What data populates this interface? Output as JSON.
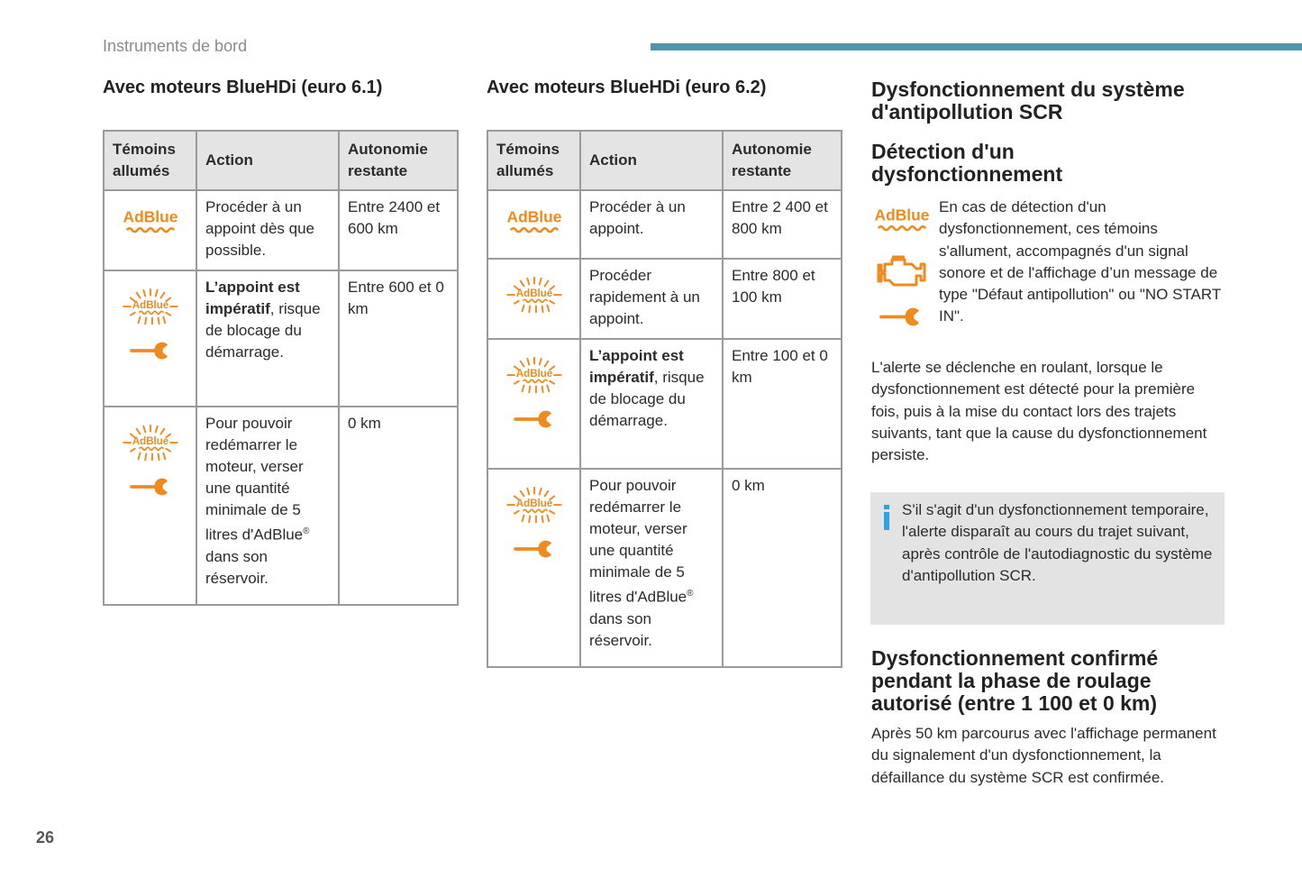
{
  "header": {
    "section": "Instruments de bord"
  },
  "page_number": "26",
  "colors": {
    "accent_bar": "#4f96ad",
    "adblue_orange": "#f08a1c",
    "header_bg": "#e4e4e4",
    "info_bg": "#e3e3e3"
  },
  "table1": {
    "title": "Avec moteurs BlueHDi (euro 6.1)",
    "headers": {
      "lights_1": "Témoins",
      "lights_2": "allumés",
      "action": "Action",
      "autonomy_1": "Autonomie",
      "autonomy_2": "restante"
    },
    "rows": [
      {
        "icons": [
          "adblue-icon"
        ],
        "action": "Procéder à un appoint dès que possible.",
        "autonomy": "Entre 2400 et 600 km"
      },
      {
        "icons": [
          "adblue-flashing-icon",
          "wrench-icon"
        ],
        "action_bold": "L’appoint est impératif",
        "action_rest": ", risque de blocage du démarrage.",
        "autonomy": "Entre 600 et 0 km"
      },
      {
        "icons": [
          "adblue-flashing-icon",
          "wrench-icon"
        ],
        "action_pre": "Pour pouvoir redémarrer le moteur, verser une quantité minimale de 5 litres d'AdBlue",
        "action_sup": "®",
        "action_post": " dans son réservoir.",
        "autonomy": "0 km"
      }
    ]
  },
  "table2": {
    "title": "Avec moteurs BlueHDi (euro 6.2)",
    "headers": {
      "lights_1": "Témoins",
      "lights_2": "allumés",
      "action": "Action",
      "autonomy_1": "Autonomie",
      "autonomy_2": "restante"
    },
    "rows": [
      {
        "icons": [
          "adblue-icon"
        ],
        "action": "Procéder à un appoint.",
        "autonomy": "Entre 2 400 et 800 km"
      },
      {
        "icons": [
          "adblue-flashing-icon"
        ],
        "action": "Procéder rapidement à un appoint.",
        "autonomy": "Entre 800 et 100 km"
      },
      {
        "icons": [
          "adblue-flashing-icon",
          "wrench-icon"
        ],
        "action_bold": "L’appoint est impératif",
        "action_rest": ", risque de blocage du démarrage.",
        "autonomy": "Entre 100 et 0 km"
      },
      {
        "icons": [
          "adblue-flashing-icon",
          "wrench-icon"
        ],
        "action_pre": "Pour pouvoir redémarrer le moteur, verser une quantité minimale de 5 litres d'AdBlue",
        "action_sup": "®",
        "action_post": " dans son réservoir.",
        "autonomy": "0 km"
      }
    ]
  },
  "right": {
    "h_main": "Dysfonctionnement du système d'antipollution SCR",
    "h_detect": "Détection d'un dysfonctionnement",
    "detect_text": "En cas de détection d'un dysfonctionnement, ces témoins s'allument, accompagnés d'un signal sonore et de l'affichage d’un message de type \"Défaut antipollution\" ou \"NO START IN\".",
    "alert_text": "L'alerte se déclenche en roulant, lorsque le dysfonctionnement est détecté pour la première fois, puis à la mise du contact lors des trajets suivants, tant que la cause du dysfonctionnement persiste.",
    "info_text": "S'il s'agit d'un dysfonctionnement temporaire, l'alerte disparaît au cours du trajet suivant, après contrôle de l'autodiagnostic du système d'antipollution SCR.",
    "h_confirm": "Dysfonctionnement confirmé pendant la phase de roulage autorisé (entre 1 100 et 0 km)",
    "confirm_text": "Après 50 km parcourus avec l'affichage permanent du signalement d'un dysfonctionnement, la défaillance du système SCR est confirmée.",
    "icons": [
      "adblue-icon",
      "engine-icon",
      "wrench-icon"
    ],
    "icon_text": {
      "adblue": "AdBlue"
    }
  }
}
